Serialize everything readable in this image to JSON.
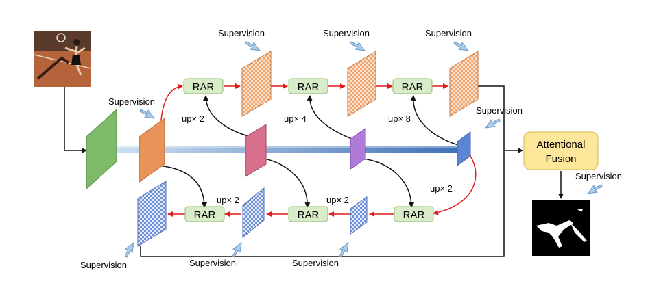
{
  "labels": {
    "rar": "RAR",
    "supervision": "Supervision",
    "up2": "up× 2",
    "up4": "up× 4",
    "up8": "up× 8",
    "fusion_line1": "Attentional",
    "fusion_line2": "Fusion"
  },
  "colors": {
    "rar_fill": "#d9ecc9",
    "rar_stroke": "#8fbf6f",
    "fusion_fill": "#fde79a",
    "fusion_stroke": "#d9b94a",
    "red_arrow": "#e01c1c",
    "backbone_green": "#7fb96a",
    "orange_block": "#e8935a",
    "pink_block": "#d86f8c",
    "purple_block": "#b07ad8",
    "blue_block": "#5b86d6",
    "orange_checker": "#f4a26a",
    "blue_checker": "#6f8fd6",
    "supervision_arrow": "#9fc4e8"
  },
  "icons": {
    "input_image": "tennis-player-photo",
    "output_mask": "binary-saliency-mask",
    "supervision_arrow": "supervision-arrow-icon"
  }
}
